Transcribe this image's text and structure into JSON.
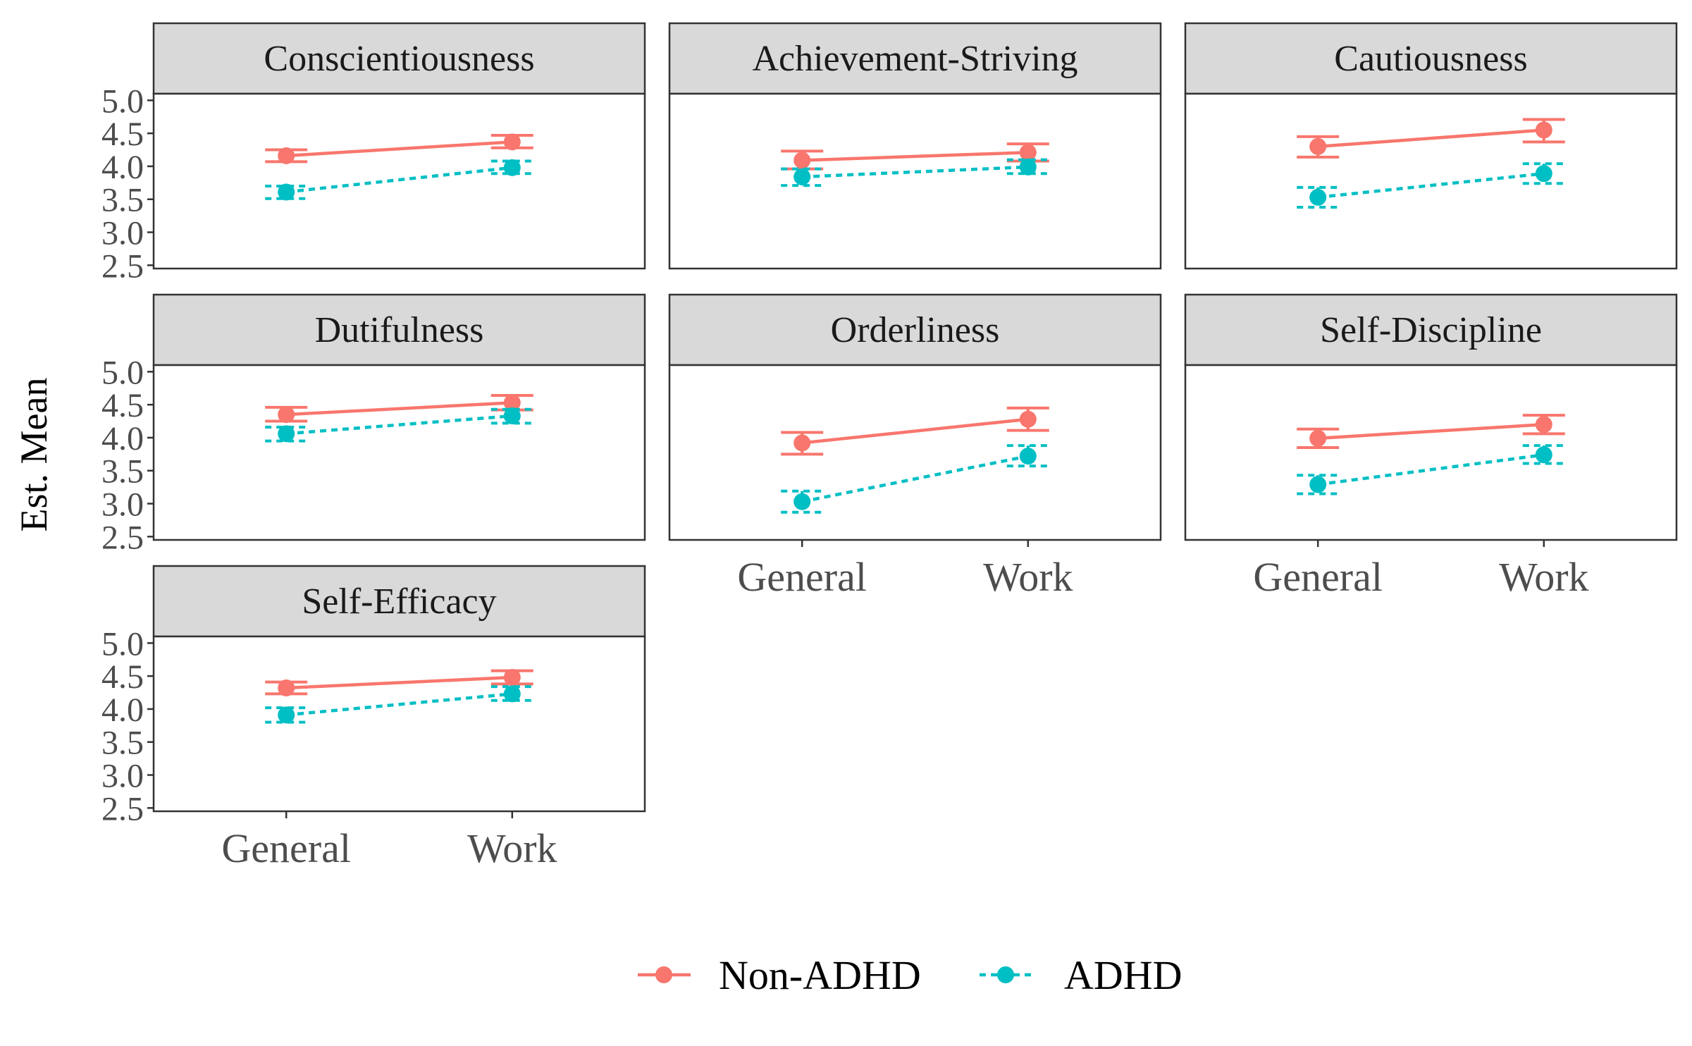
{
  "y_axis_title": "Est. Mean",
  "chart_data": {
    "type": "line",
    "facet_layout": "3 columns x 3 rows",
    "x_categories": [
      "General",
      "Work"
    ],
    "y_ticks": [
      "2.5",
      "3.0",
      "3.5",
      "4.0",
      "4.5",
      "5.0"
    ],
    "ylim": [
      2.45,
      5.1
    ],
    "grid": false,
    "legend_position": "bottom",
    "series_styles": [
      {
        "name": "Non-ADHD",
        "color": "#F8766D",
        "line": "solid"
      },
      {
        "name": "ADHD",
        "color": "#00BFC4",
        "line": "dotted"
      }
    ],
    "panels": [
      {
        "title": "Conscientiousness",
        "series": [
          {
            "name": "Non-ADHD",
            "values": [
              4.16,
              4.37
            ],
            "lower": [
              4.07,
              4.28
            ],
            "upper": [
              4.25,
              4.47
            ]
          },
          {
            "name": "ADHD",
            "values": [
              3.61,
              3.98
            ],
            "lower": [
              3.51,
              3.89
            ],
            "upper": [
              3.7,
              4.08
            ]
          }
        ]
      },
      {
        "title": "Achievement-Striving",
        "series": [
          {
            "name": "Non-ADHD",
            "values": [
              4.09,
              4.21
            ],
            "lower": [
              3.96,
              4.08
            ],
            "upper": [
              4.23,
              4.34
            ]
          },
          {
            "name": "ADHD",
            "values": [
              3.84,
              3.99
            ],
            "lower": [
              3.71,
              3.89
            ],
            "upper": [
              3.96,
              4.1
            ]
          }
        ]
      },
      {
        "title": "Cautiousness",
        "series": [
          {
            "name": "Non-ADHD",
            "values": [
              4.3,
              4.55
            ],
            "lower": [
              4.14,
              4.37
            ],
            "upper": [
              4.45,
              4.71
            ]
          },
          {
            "name": "ADHD",
            "values": [
              3.53,
              3.89
            ],
            "lower": [
              3.38,
              3.74
            ],
            "upper": [
              3.68,
              4.04
            ]
          }
        ]
      },
      {
        "title": "Dutifulness",
        "series": [
          {
            "name": "Non-ADHD",
            "values": [
              4.35,
              4.53
            ],
            "lower": [
              4.25,
              4.42
            ],
            "upper": [
              4.46,
              4.64
            ]
          },
          {
            "name": "ADHD",
            "values": [
              4.06,
              4.33
            ],
            "lower": [
              3.95,
              4.22
            ],
            "upper": [
              4.16,
              4.43
            ]
          }
        ]
      },
      {
        "title": "Orderliness",
        "series": [
          {
            "name": "Non-ADHD",
            "values": [
              3.92,
              4.28
            ],
            "lower": [
              3.75,
              4.11
            ],
            "upper": [
              4.08,
              4.45
            ]
          },
          {
            "name": "ADHD",
            "values": [
              3.03,
              3.72
            ],
            "lower": [
              2.87,
              3.57
            ],
            "upper": [
              3.19,
              3.88
            ]
          }
        ]
      },
      {
        "title": "Self-Discipline",
        "series": [
          {
            "name": "Non-ADHD",
            "values": [
              3.99,
              4.2
            ],
            "lower": [
              3.85,
              4.06
            ],
            "upper": [
              4.13,
              4.34
            ]
          },
          {
            "name": "ADHD",
            "values": [
              3.29,
              3.74
            ],
            "lower": [
              3.15,
              3.61
            ],
            "upper": [
              3.43,
              3.88
            ]
          }
        ]
      },
      {
        "title": "Self-Efficacy",
        "series": [
          {
            "name": "Non-ADHD",
            "values": [
              4.32,
              4.48
            ],
            "lower": [
              4.23,
              4.38
            ],
            "upper": [
              4.41,
              4.58
            ]
          },
          {
            "name": "ADHD",
            "values": [
              3.91,
              4.23
            ],
            "lower": [
              3.8,
              4.13
            ],
            "upper": [
              4.02,
              4.34
            ]
          }
        ]
      }
    ]
  }
}
